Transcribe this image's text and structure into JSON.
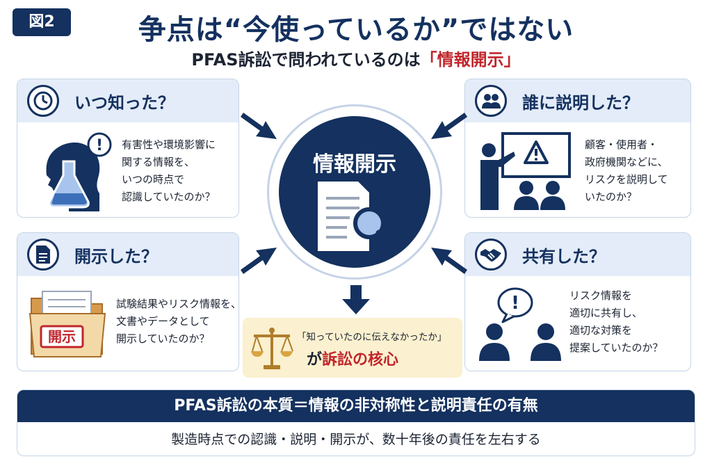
{
  "header": {
    "badge": "図2",
    "title": "争点は“今使っているか”ではない",
    "subtitle_main": "PFAS訴訟で問われているのは",
    "subtitle_highlight": "「情報開示」"
  },
  "cards": {
    "when_known": {
      "title": "いつ知った？",
      "lines": [
        "有害性や環境影響に",
        "関する情報を、",
        "いつの時点で",
        "認識していたのか？"
      ]
    },
    "explained": {
      "title": "誰に説明した？",
      "lines": [
        "顧客・使用者・",
        "政府機関などに、",
        "リスクを説明して",
        "いたのか？"
      ]
    },
    "disclosed": {
      "title": "開示した？",
      "folder_label": "開示",
      "lines": [
        "試験結果やリスク情報を、",
        "文書やデータとして",
        "開示していたのか？"
      ]
    },
    "shared": {
      "title": "共有した？",
      "lines": [
        "リスク情報を",
        "適切に共有し、",
        "適切な対策を",
        "提案していたのか？"
      ]
    }
  },
  "center": {
    "label": "情報開示"
  },
  "core": {
    "quote": "「知っていたのに伝えなかったか」",
    "prefix": "が",
    "highlight": "訴訟の核心"
  },
  "bottom": {
    "headline": "PFAS訴訟の本質＝情報の非対称性と説明責任の有無",
    "subline": "製造時点での認識・説明・開示が、数十年後の責任を左右する"
  },
  "colors": {
    "navy": "#14315f",
    "accent_red": "#c0262c",
    "card_header": "#e3ecf8",
    "core_bg": "#fbf0cf"
  }
}
